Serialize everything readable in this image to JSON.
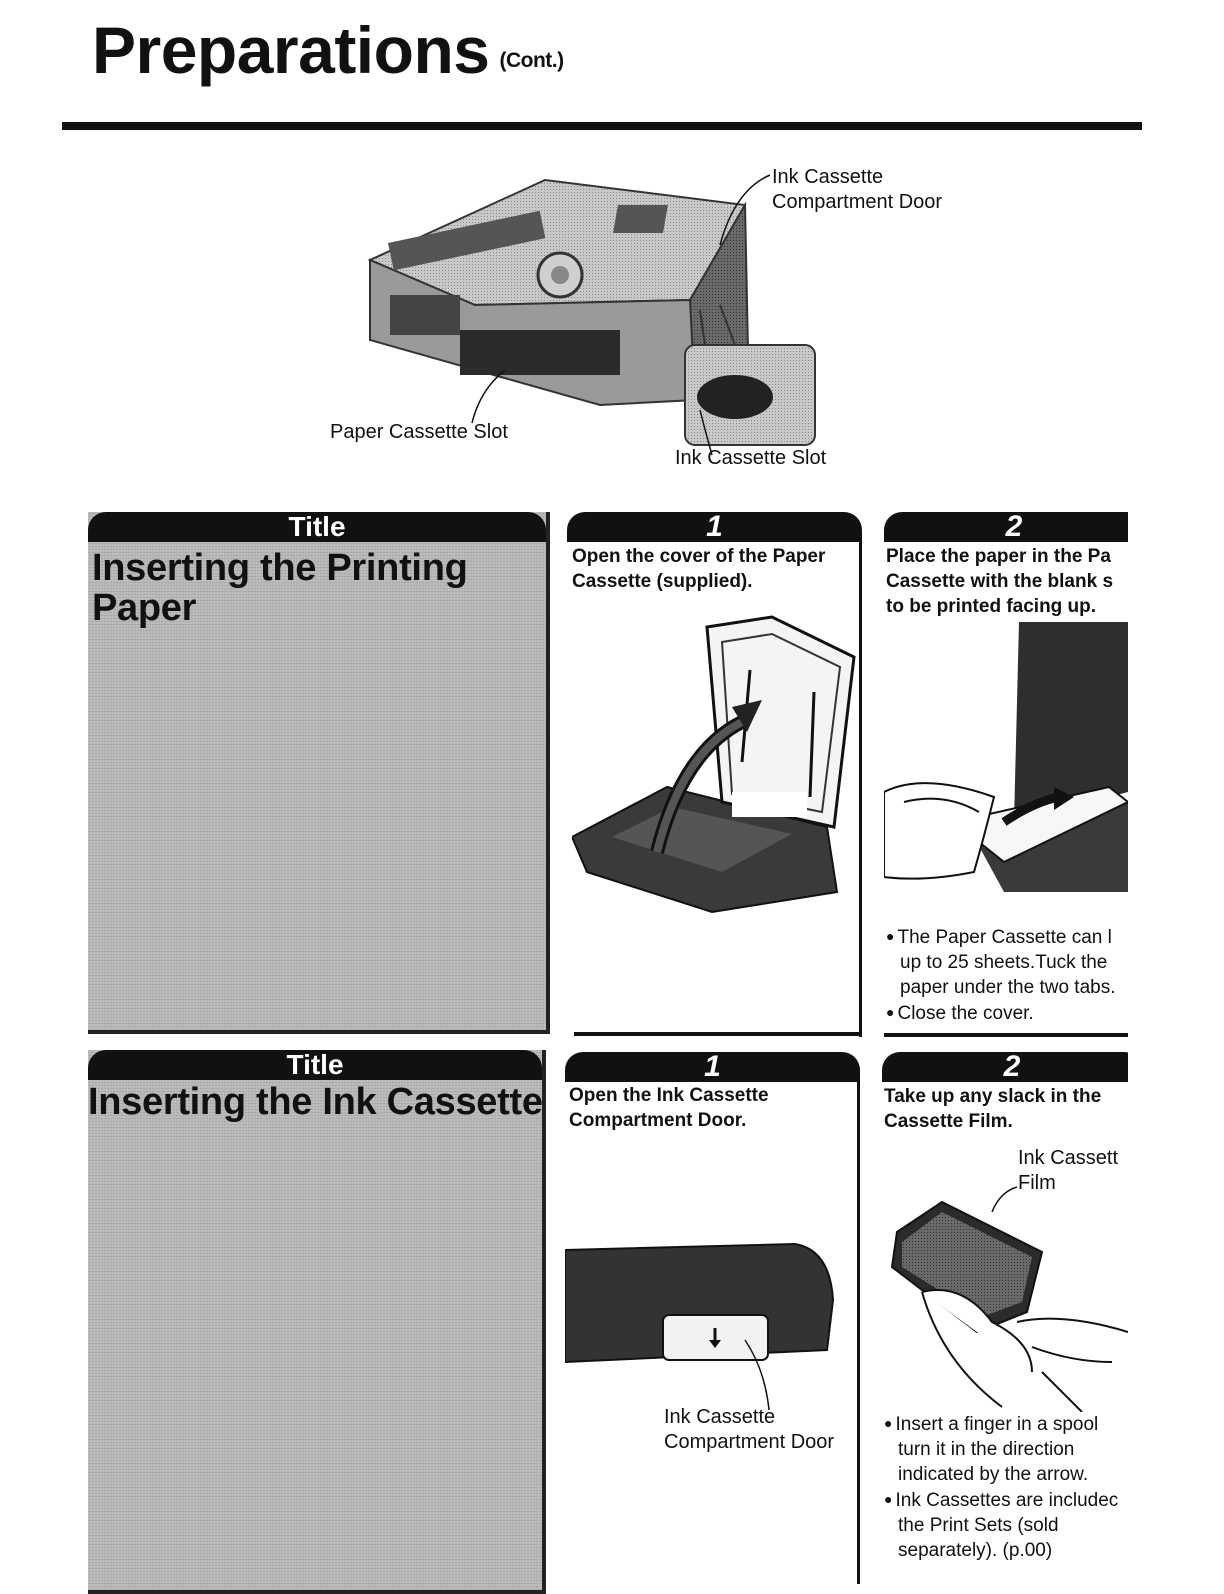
{
  "header": {
    "title": "Preparations",
    "title_suffix": "(Cont.)"
  },
  "diagram": {
    "ink_door_label_line1": "Ink Cassette",
    "ink_door_label_line2": "Compartment Door",
    "paper_slot_label": "Paper Cassette Slot",
    "ink_slot_label": "Ink Cassette Slot"
  },
  "section_paper": {
    "tab_label": "Title",
    "heading_line1": "Inserting the Printing",
    "heading_line2": "Paper",
    "step1": {
      "number": "1",
      "line1": "Open the cover of the Paper",
      "line2": "Cassette (supplied)."
    },
    "step2": {
      "number": "2",
      "line1": "Place the paper in the Pa",
      "line2": "Cassette with the blank s",
      "line3": "to be printed facing up.",
      "bullet1_line1": "The Paper Cassette can l",
      "bullet1_line2": "up to 25 sheets.Tuck the",
      "bullet1_line3": "paper under the two tabs.",
      "bullet2_line1": "Close the cover."
    }
  },
  "section_ink": {
    "tab_label": "Title",
    "heading_line1": "Inserting the Ink Cassette",
    "step1": {
      "number": "1",
      "line1": "Open the Ink Cassette",
      "line2": "Compartment Door.",
      "callout_line1": "Ink Cassette",
      "callout_line2": "Compartment Door"
    },
    "step2": {
      "number": "2",
      "line1": "Take up any slack in the",
      "line2": "Cassette Film.",
      "callout_line1": "Ink Cassett",
      "callout_line2": "Film",
      "bullet1_line1": "Insert a finger in a spool",
      "bullet1_line2": "turn it in the direction",
      "bullet1_line3": "indicated by the arrow.",
      "bullet2_line1": "Ink Cassettes are includec",
      "bullet2_line2": "the Print Sets (sold",
      "bullet2_line3": "separately). (p.00)"
    }
  }
}
